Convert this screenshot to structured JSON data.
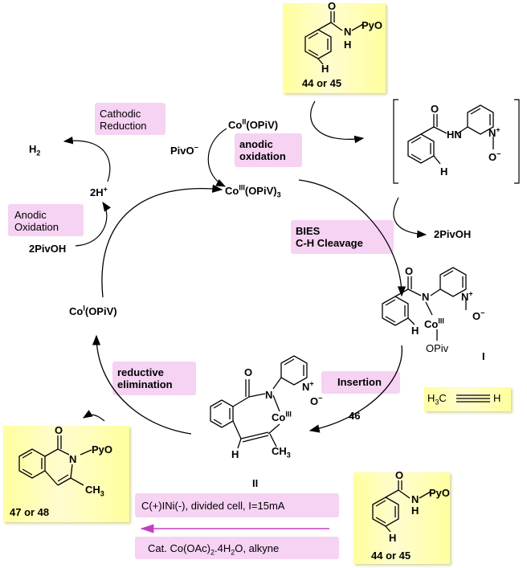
{
  "labels": {
    "cathodic_reduction": [
      "Cathodic",
      "Reduction"
    ],
    "h2": "H",
    "h2_sub": "2",
    "two_h_plus": "2H",
    "two_h_plus_sup": "+",
    "anodic_oxidation_left": [
      "Anodic",
      "Oxidation"
    ],
    "two_pivoh_left": "2PivOH",
    "co_ii": "Co",
    "co_ii_sup": "II",
    "co_ii_suffix": "(OPiV)",
    "pivo_minus": "PivO",
    "pivo_minus_sup": "−",
    "anodic_oxidation_center": [
      "anodic",
      "oxidation"
    ],
    "co_iii": "Co",
    "co_iii_sup": "III",
    "co_iii_suffix": "(OPiV)",
    "co_iii_sub": "3",
    "co_i": "Co",
    "co_i_sup": "I",
    "co_i_suffix": "(OPiV)",
    "bies": "BIES",
    "ch_cleavage": "C-H Cleavage",
    "two_pivoh_right": "2PivOH",
    "reductive_elimination": [
      "reductive",
      "elimination"
    ],
    "insertion": "Insertion",
    "compound_46": "46",
    "intermediate_I": "I",
    "intermediate_II": "II",
    "condition1": "C(+)INi(-), divided cell, I=15mA",
    "condition2_prefix": "Cat. Co(OAc)",
    "condition2_sub": "2",
    "condition2_suffix": ".4H",
    "condition2_sub2": "2",
    "condition2_end": "O, alkyne"
  },
  "structures": {
    "reactant_top": {
      "substituent": "PyO",
      "nh": "N",
      "nh_h": "H",
      "o": "O",
      "ortho_h": "H",
      "caption": "44 or 45"
    },
    "reactant_bottom": {
      "substituent": "PyO",
      "nh": "N",
      "nh_h": "H",
      "o": "O",
      "ortho_h": "H",
      "caption": "44 or 45"
    },
    "coordinated": {
      "o": "O",
      "n": "N",
      "h": "H",
      "n_plus": "N",
      "plus": "+",
      "o_minus": "O",
      "minus": "−"
    },
    "int_I": {
      "o": "O",
      "n": "N",
      "h": "H",
      "n_plus": "N",
      "plus": "+",
      "o_minus": "O",
      "minus": "−",
      "co": "Co",
      "co_sup": "III",
      "opiv": "OPiv"
    },
    "int_II": {
      "o": "O",
      "n": "N",
      "n_plus": "N",
      "plus": "+",
      "o_minus": "O",
      "minus": "−",
      "co": "Co",
      "co_sup": "III",
      "h": "H",
      "ch3": "CH",
      "ch3_sub": "3"
    },
    "product": {
      "o": "O",
      "n": "N",
      "substituent": "PyO",
      "ch3": "CH",
      "ch3_sub": "3",
      "caption": "47 or 48"
    },
    "alkyne": {
      "h3c": "H",
      "h3c_sub": "3",
      "c": "C",
      "h": "H"
    }
  },
  "colors": {
    "pink_box": "#f6d2f3",
    "yellow_box": "#ffff9e",
    "arrow_magenta": "#c040c0"
  }
}
